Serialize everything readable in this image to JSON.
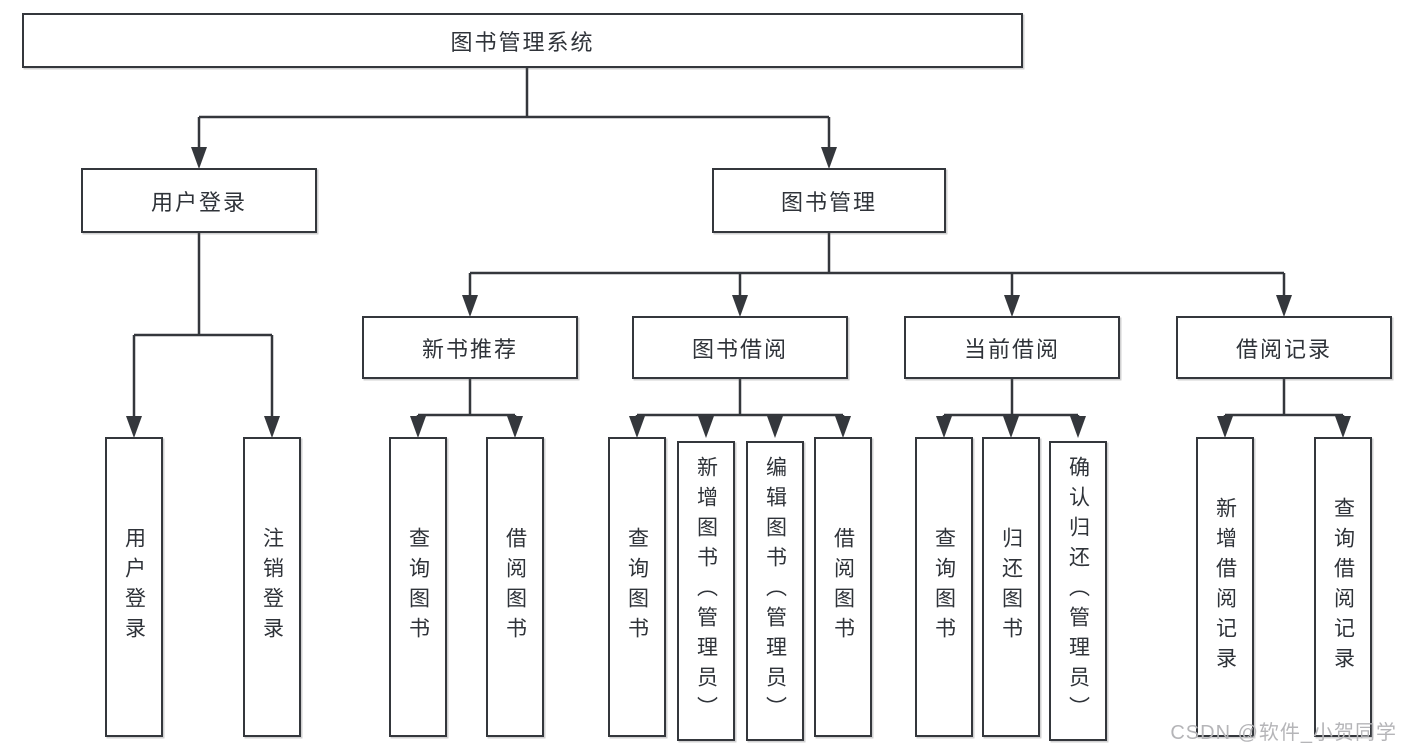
{
  "tree": {
    "label": "图书管理系统",
    "children": [
      {
        "label": "用户登录",
        "children": [
          {
            "label": "用户登录"
          },
          {
            "label": "注销登录"
          }
        ]
      },
      {
        "label": "图书管理",
        "children": [
          {
            "label": "新书推荐",
            "children": [
              {
                "label": "查询图书"
              },
              {
                "label": "借阅图书"
              }
            ]
          },
          {
            "label": "图书借阅",
            "children": [
              {
                "label": "查询图书"
              },
              {
                "label": "新增图书（管理员）"
              },
              {
                "label": "编辑图书（管理员）"
              },
              {
                "label": "借阅图书"
              }
            ]
          },
          {
            "label": "当前借阅",
            "children": [
              {
                "label": "查询图书"
              },
              {
                "label": "归还图书"
              },
              {
                "label": "确认归还（管理员）"
              }
            ]
          },
          {
            "label": "借阅记录",
            "children": [
              {
                "label": "新增借阅记录"
              },
              {
                "label": "查询借阅记录"
              }
            ]
          }
        ]
      }
    ]
  },
  "watermark": {
    "text": "CSDN @软件_小贺同学"
  },
  "colors": {
    "line": "#34373c",
    "box_border": "#34373c",
    "text": "#2f3339",
    "watermark": "#b5b5b8",
    "background": "#ffffff"
  }
}
